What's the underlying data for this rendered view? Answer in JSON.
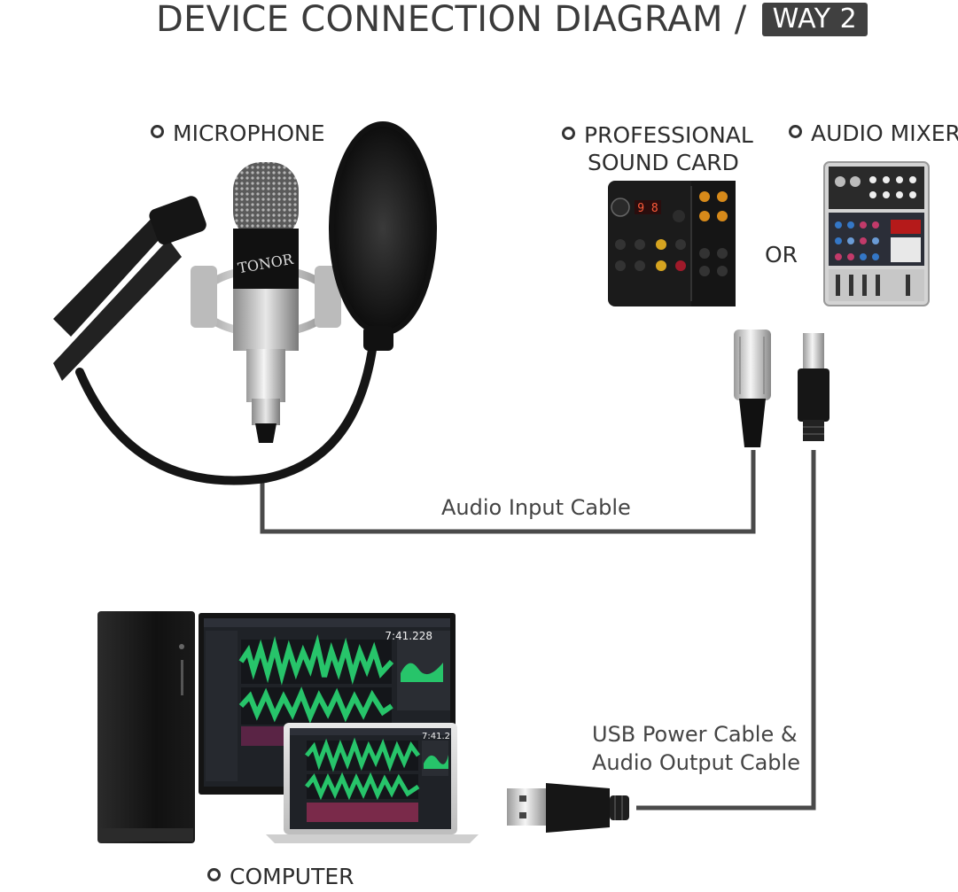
{
  "title": {
    "main": "DEVICE CONNECTION DIAGRAM /",
    "badge": "WAY 2"
  },
  "labels": {
    "microphone": "MICROPHONE",
    "sound_card_line1": "PROFESSIONAL",
    "sound_card_line2": "SOUND CARD",
    "audio_mixer": "AUDIO MIXER",
    "or": "OR",
    "computer": "COMPUTER"
  },
  "cables": {
    "audio_input": "Audio Input Cable",
    "usb_line1": "USB Power Cable &",
    "usb_line2": "Audio Output Cable"
  },
  "screen": {
    "time_main": "7:41.228",
    "time_laptop": "7:41.2"
  },
  "mic_brand": "TONOR",
  "sound_card_display": "9 8",
  "colors": {
    "cable": "#4a4a4a",
    "badge": "#404040",
    "waveform": "#27c46a"
  }
}
